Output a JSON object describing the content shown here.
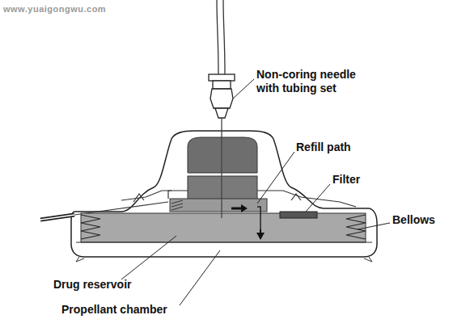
{
  "diagram": {
    "labels": [
      "www.yuaigongwu.com",
      "Non-coring needle with tubing set",
      "Refill path",
      "Filter",
      "Bellows",
      "Drug reservoir",
      "Propellant chamber"
    ]
  }
}
